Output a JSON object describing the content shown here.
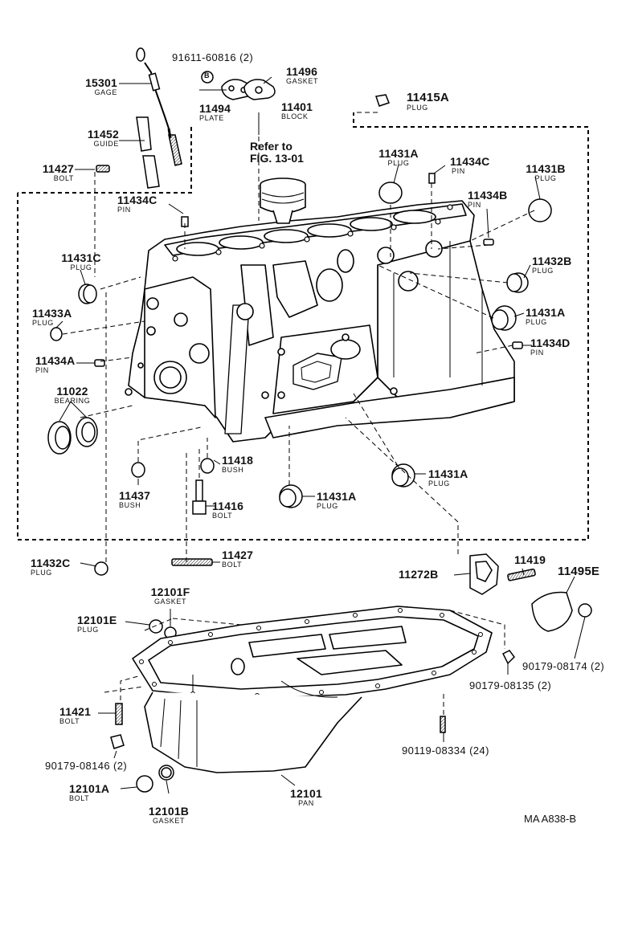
{
  "parts": {
    "p91611": {
      "num": "91611-60816 (2)"
    },
    "p11496": {
      "num": "11496",
      "name": "GASKET"
    },
    "p15301": {
      "num": "15301",
      "name": "GAGE"
    },
    "p11494": {
      "num": "11494",
      "name": "PLATE"
    },
    "p11401": {
      "num": "11401",
      "name": "BLOCK"
    },
    "p11415A": {
      "num": "11415A",
      "name": "PLUG"
    },
    "p11452": {
      "num": "11452",
      "name": "GUIDE"
    },
    "p11427top": {
      "num": "11427",
      "name": "BOLT"
    },
    "p11431Atop": {
      "num": "11431A",
      "name": "PLUG"
    },
    "p11434Ctop": {
      "num": "11434C",
      "name": "PIN"
    },
    "p11431B": {
      "num": "11431B",
      "name": "PLUG"
    },
    "p11434Cleft": {
      "num": "11434C",
      "name": "PIN"
    },
    "p11434B": {
      "num": "11434B",
      "name": "PIN"
    },
    "p11431C": {
      "num": "11431C",
      "name": "PLUG"
    },
    "p11432B": {
      "num": "11432B",
      "name": "PLUG"
    },
    "p11433A": {
      "num": "11433A",
      "name": "PLUG"
    },
    "p11431Aright": {
      "num": "11431A",
      "name": "PLUG"
    },
    "p11434A": {
      "num": "11434A",
      "name": "PIN"
    },
    "p11434D": {
      "num": "11434D",
      "name": "PIN"
    },
    "p11022": {
      "num": "11022",
      "name": "BEARING"
    },
    "p11418": {
      "num": "11418",
      "name": "BUSH"
    },
    "p11431Amid": {
      "num": "11431A",
      "name": "PLUG"
    },
    "p11437": {
      "num": "11437",
      "name": "BUSH"
    },
    "p11416": {
      "num": "11416",
      "name": "BOLT"
    },
    "p11431Abot": {
      "num": "11431A",
      "name": "PLUG"
    },
    "p11432C": {
      "num": "11432C",
      "name": "PLUG"
    },
    "p11427bot": {
      "num": "11427",
      "name": "BOLT"
    },
    "p11419": {
      "num": "11419"
    },
    "p11272B": {
      "num": "11272B"
    },
    "p11495E": {
      "num": "11495E"
    },
    "p12101F": {
      "num": "12101F",
      "name": "GASKET"
    },
    "p12101E": {
      "num": "12101E",
      "name": "PLUG"
    },
    "p90179_08174": {
      "num": "90179-08174 (2)"
    },
    "p90179_08135": {
      "num": "90179-08135 (2)"
    },
    "p11421": {
      "num": "11421",
      "name": "BOLT"
    },
    "p90119_08334": {
      "num": "90119-08334 (24)"
    },
    "p90179_08146": {
      "num": "90179-08146 (2)"
    },
    "p12101A": {
      "num": "12101A",
      "name": "BOLT"
    },
    "p12101": {
      "num": "12101",
      "name": "PAN"
    },
    "p12101B": {
      "num": "12101B",
      "name": "GASKET"
    }
  },
  "reference": {
    "line1": "Refer to",
    "line2": "FIG. 13-01"
  },
  "figure_code": "MA A838-B",
  "marker_b": "B"
}
